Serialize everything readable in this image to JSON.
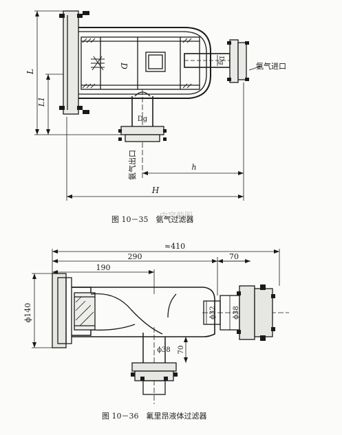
{
  "figure1": {
    "caption": "图 10－35　氨气过滤器",
    "labels": {
      "L": "L",
      "L1": "L1",
      "D": "D",
      "Dg_right": "Dg",
      "Dg_bottom": "Dg",
      "inlet": "氨气进口",
      "outlet": "氨气出口",
      "h": "h",
      "H": "H"
    }
  },
  "figure2": {
    "caption": "图 10－36　氟里昂液体过滤器",
    "dims": {
      "d410": "≈410",
      "d290": "290",
      "d70_top": "70",
      "d190": "190",
      "phi140": "ϕ140",
      "phi32": "ϕ32",
      "phi38_right": "ϕ38",
      "phi38_bottom": "ϕ38",
      "d70_vert": "70"
    }
  },
  "watermark": "内容截图"
}
